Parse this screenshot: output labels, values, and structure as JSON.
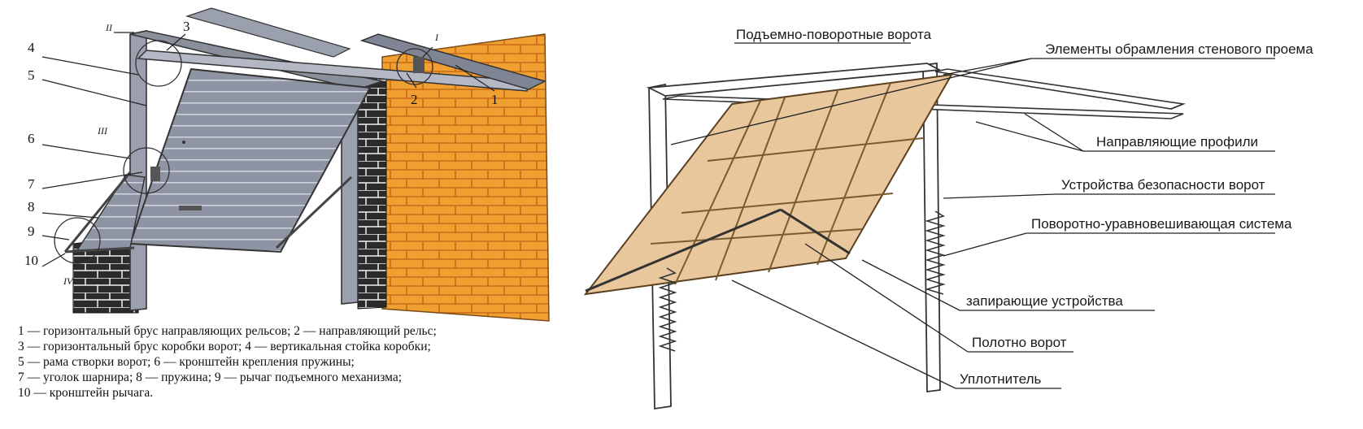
{
  "left_diagram": {
    "numbers": [
      "1",
      "2",
      "3",
      "4",
      "5",
      "6",
      "7",
      "8",
      "9",
      "10"
    ],
    "roman": [
      "I",
      "II",
      "III",
      "IV"
    ],
    "legend": [
      "1 — горизонтальный брус направляющих рельсов; 2 — направляющий рельс;",
      "3 — горизонтальный брус коробки ворот; 4 — вертикальная стойка коробки;",
      "5 — рама створки ворот; 6 — кронштейн крепления пружины;",
      "7 — уголок шарнира; 8 — пружина; 9 — рычаг подъемного механизма;",
      "10 — кронштейн рычага."
    ]
  },
  "right_diagram": {
    "title": "Подъемно-поворотные ворота",
    "labels": [
      "Элементы обрамления стенового проема",
      "Направляющие профили",
      "Устройства безопасности ворот",
      "Поворотно-уравновешивающая система",
      "запирающие устройства",
      "Полотно ворот",
      "Уплотнитель"
    ]
  },
  "colors": {
    "brick": "#f0a030",
    "door_panel": "#e9c79c",
    "steel": "#8a8f9c",
    "line": "#333333"
  }
}
